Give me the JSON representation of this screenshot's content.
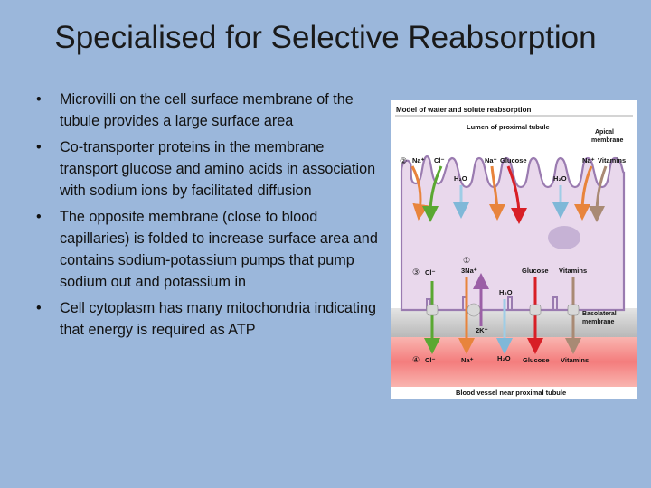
{
  "slide": {
    "title": "Specialised for Selective Reabsorption",
    "bullets": [
      "Microvilli on the cell surface membrane of the tubule provides a large surface area",
      "Co-transporter proteins in the membrane transport glucose and amino acids in association with sodium ions by facilitated diffusion",
      "The opposite membrane (close to blood capillaries) is folded to increase surface area and contains sodium-potassium pumps that pump sodium out and potassium in",
      "Cell cytoplasm has many mitochondria indicating that energy is required as ATP"
    ]
  },
  "figure": {
    "title": "Model of water and solute reabsorption",
    "lumen_label": "Lumen of proximal tubule",
    "apical_label_1": "Apical",
    "apical_label_2": "membrane",
    "basolateral_label_1": "Basolateral",
    "basolateral_label_2": "membrane",
    "blood_label": "Blood vessel near proximal tubule",
    "step_markers": [
      "②",
      "①",
      "③",
      "④"
    ],
    "top_labels": {
      "na_1": "Na⁺",
      "cl_1": "Cl⁻",
      "h2o_1": "H₂O",
      "na_2": "Na⁺",
      "glucose_1": "Glucose",
      "h2o_2": "H₂O",
      "na_3": "Na⁺",
      "vitamins_1": "Vitamins"
    },
    "middle_labels": {
      "cl_2": "Cl⁻",
      "three_na": "3Na⁺",
      "glucose_2": "Glucose",
      "vitamins_2": "Vitamins",
      "h2o_3": "H₂O",
      "two_k": "2K⁺"
    },
    "bottom_labels": {
      "cl_3": "Cl⁻",
      "na_4": "Na⁺",
      "h2o_4": "H₂O",
      "glucose_3": "Glucose",
      "vitamins_3": "Vitamins"
    },
    "colors": {
      "chloride": "#5aa832",
      "sodium": "#e8843c",
      "water": "#9fcde6",
      "glucose": "#d81f26",
      "vitamins": "#a98a74",
      "potassium": "#9b5fa6",
      "cell": "#e9d8ec",
      "membrane": "#9a7bb0",
      "blood": "#f47d7d"
    }
  }
}
